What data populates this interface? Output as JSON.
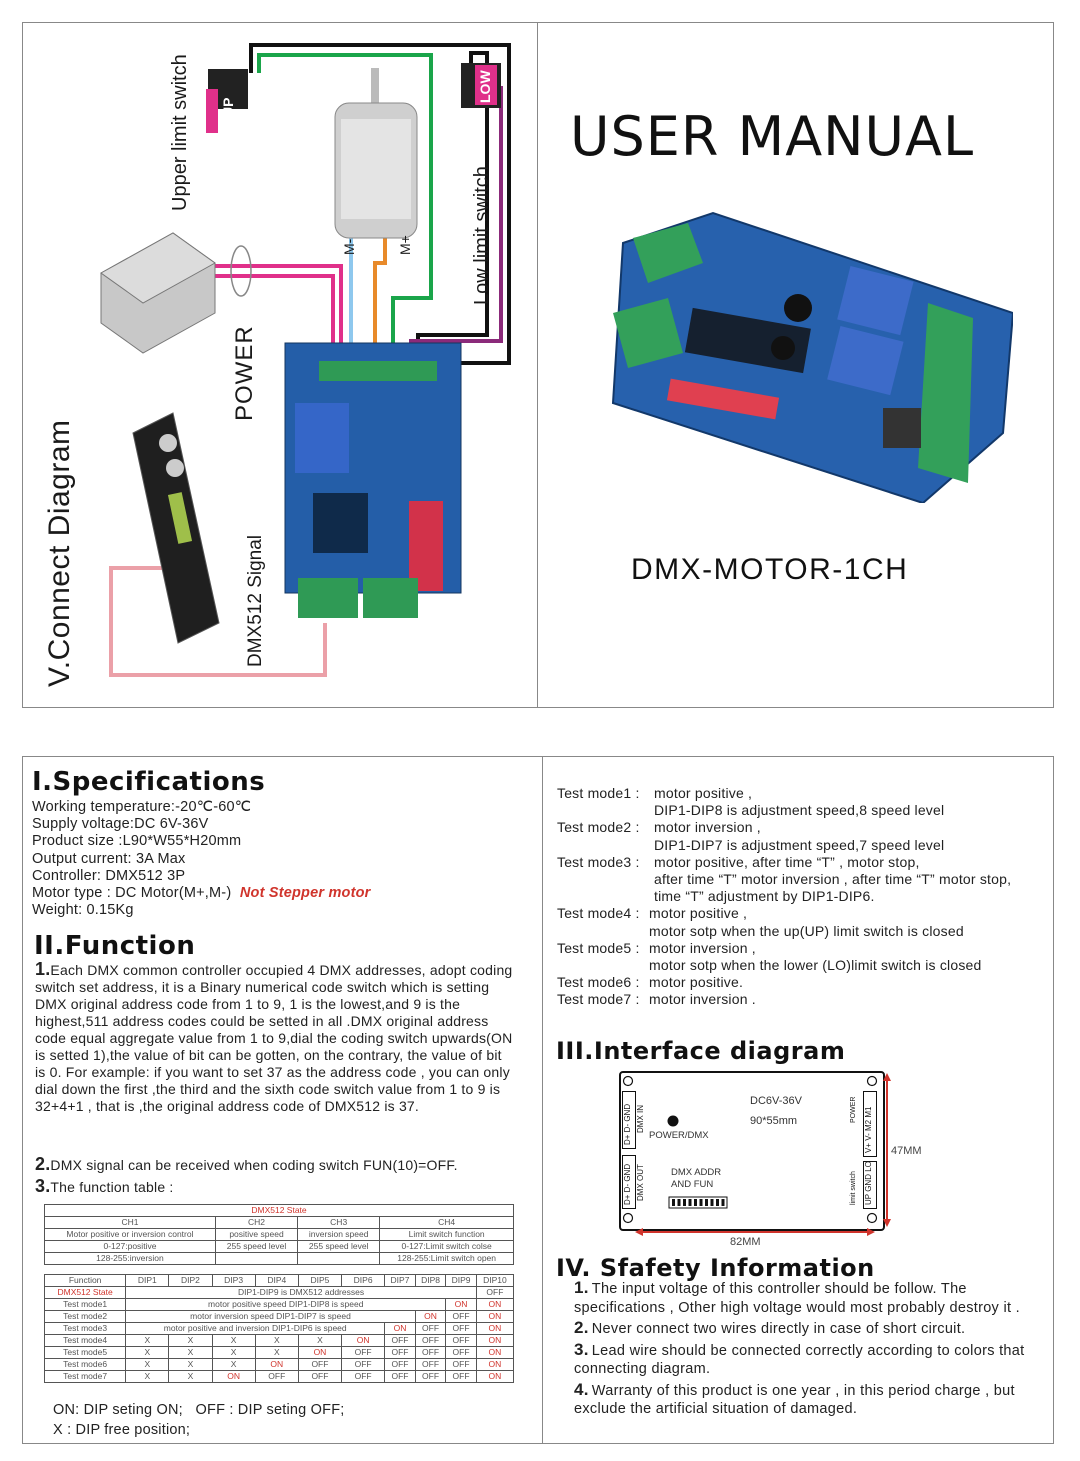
{
  "diagram": {
    "title": "V.Connect Diagram",
    "upper_switch": "Upper limit switch",
    "low_switch": "Low limit switch",
    "up_tag": "UP",
    "low_tag": "LOW",
    "power": "POWER",
    "signal": "DMX512 Signal",
    "m_minus": "M-",
    "m_plus": "M+"
  },
  "cover": {
    "title": "USER MANUAL",
    "model": "DMX-MOTOR-1CH"
  },
  "specs": {
    "heading": "I.Specifications",
    "lines": [
      "Working temperature:-20℃-60℃",
      "Supply voltage:DC 6V-36V",
      "Product size :L90*W55*H20mm",
      "Output current: 3A Max",
      "Controller: DMX512 3P"
    ],
    "motor_type": "Motor type : DC Motor(M+,M-)",
    "not_stepper": "Not Stepper motor",
    "weight": "Weight: 0.15Kg"
  },
  "function": {
    "heading": "II.Function",
    "item1_num": "1.",
    "item1_text": "Each DMX common controller occupied 4 DMX addresses, adopt coding switch set address, it is a Binary numerical code switch which is setting DMX original address code from 1 to 9, 1 is the lowest,and 9 is the highest,511 address codes could be setted in all .DMX original address code equal aggregate value from 1 to 9,dial the coding switch upwards(ON is setted 1),the value of bit can be gotten, on the contrary, the value of bit is 0. For example: if you want to set 37 as the address code , you can only dial down the first ,the third and the sixth code switch value from 1 to 9 is 32+4+1 , that is ,the original address code of DMX512 is 37.",
    "item2_num": "2.",
    "item2_text": "DMX signal can be received when coding switch FUN(10)=OFF.",
    "item3_num": "3.",
    "item3_text": "The function table :"
  },
  "table1": {
    "caption": "DMX512 State",
    "headers": [
      "CH1",
      "CH2",
      "CH3",
      "CH4"
    ],
    "rows": [
      [
        "Motor positive or inversion control",
        "positive speed",
        "inversion speed",
        "Limit switch function"
      ],
      [
        "0-127:positive",
        "255 speed level",
        "255 speed level",
        "0-127:Limit switch colse"
      ],
      [
        "128-255:inversion",
        "",
        "",
        "128-255:Limit switch open"
      ]
    ]
  },
  "table2": {
    "headers": [
      "Function",
      "DIP1",
      "DIP2",
      "DIP3",
      "DIP4",
      "DIP5",
      "DIP6",
      "DIP7",
      "DIP8",
      "DIP9",
      "DIP10"
    ],
    "state_label": "DMX512 State",
    "state_span": "DIP1-DIP9 is DMX512 addresses",
    "state_last": "OFF",
    "mode1": [
      "Test mode1",
      "motor positive speed DIP1-DIP8 is speed",
      "ON",
      "ON"
    ],
    "mode2": [
      "Test mode2",
      "motor inversion speed DIP1-DIP7 is speed",
      "ON",
      "OFF",
      "ON"
    ],
    "mode3": [
      "Test mode3",
      "motor positive and inversion DIP1-DIP6 is speed",
      "ON",
      "OFF",
      "OFF",
      "ON"
    ],
    "rows": [
      [
        "Test mode4",
        "X",
        "X",
        "X",
        "X",
        "X",
        "ON",
        "OFF",
        "OFF",
        "OFF",
        "ON"
      ],
      [
        "Test mode5",
        "X",
        "X",
        "X",
        "X",
        "ON",
        "OFF",
        "OFF",
        "OFF",
        "OFF",
        "ON"
      ],
      [
        "Test mode6",
        "X",
        "X",
        "X",
        "ON",
        "OFF",
        "OFF",
        "OFF",
        "OFF",
        "OFF",
        "ON"
      ],
      [
        "Test mode7",
        "X",
        "X",
        "ON",
        "OFF",
        "OFF",
        "OFF",
        "OFF",
        "OFF",
        "OFF",
        "ON"
      ]
    ]
  },
  "legend": {
    "line1": "ON: DIP seting ON;   OFF : DIP seting OFF;",
    "line2": "X : DIP free position;"
  },
  "test_modes": [
    {
      "label": "Test mode1 :",
      "lines": [
        "motor positive ,",
        "DIP1-DIP8 is adjustment speed,8 speed level"
      ]
    },
    {
      "label": "Test mode2 :",
      "lines": [
        "motor inversion ,",
        "DIP1-DIP7 is adjustment speed,7 speed level"
      ]
    },
    {
      "label": "Test mode3 :",
      "lines": [
        "motor positive, after time “T” , motor stop,",
        "after time “T” motor inversion , after time “T” motor stop,",
        "time “T” adjustment by DIP1-DIP6."
      ]
    },
    {
      "label": "Test mode4 :",
      "lines": [
        "motor positive ,",
        "motor sotp when the up(UP) limit switch is closed"
      ]
    },
    {
      "label": "Test mode5 :",
      "lines": [
        "motor inversion ,",
        "motor sotp when the lower (LO)limit switch is closed"
      ]
    },
    {
      "label": "Test mode6 :",
      "lines": [
        "motor positive."
      ]
    },
    {
      "label": "Test mode7 :",
      "lines": [
        "motor inversion ."
      ]
    }
  ],
  "interface": {
    "heading": "III.Interface diagram",
    "dc": "DC6V-36V",
    "size": "90*55mm",
    "power_dmx": "POWER/DMX",
    "addr1": "DMX ADDR",
    "addr2": "AND FUN",
    "width": "82MM",
    "height": "47MM",
    "dmx_in": "DMX IN",
    "dmx_out": "DMX OUT",
    "pins_left1": "D+ D- GND",
    "pins_left2": "D+ D- GND",
    "power_lbl": "POWER",
    "limit_lbl": "limit switch",
    "pins_right1": "V+ V- M2 M1",
    "pins_right2": "UP GND LO"
  },
  "safety": {
    "heading": "IV. Sfafety Information",
    "items": [
      {
        "num": "1.",
        "text": "The input voltage of this controller should be follow. The specifications , Other high voltage would most probably destroy it ."
      },
      {
        "num": "2.",
        "text": "Never connect two wires directly in case of short circuit."
      },
      {
        "num": "3.",
        "text": "Lead wire should be connected correctly according to colors that connecting diagram."
      },
      {
        "num": "4.",
        "text": "Warranty of this product is one year , in this period charge , but exclude the artificial situation of damaged."
      }
    ]
  }
}
